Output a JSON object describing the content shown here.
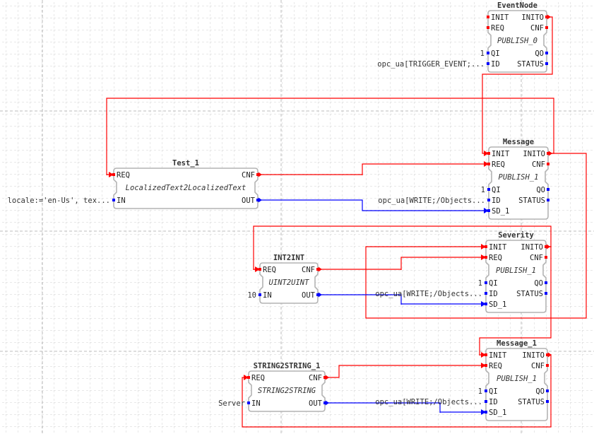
{
  "colors": {
    "event": "#ff0000",
    "data": "#0000ff",
    "block_border": "#b4b4b4",
    "grid": "#cccccc"
  },
  "blocks": [
    {
      "id": "EventNode",
      "name": "EventNode",
      "type": "PUBLISH_0",
      "event_in": [
        "INIT",
        "REQ"
      ],
      "event_out": [
        "INITO",
        "CNF"
      ],
      "data_in": [
        "QI",
        "ID"
      ],
      "data_out": [
        "QO",
        "STATUS"
      ],
      "params": {
        "QI": "1",
        "ID": "opc_ua[TRIGGER_EVENT;..."
      }
    },
    {
      "id": "Message",
      "name": "Message",
      "type": "PUBLISH_1",
      "event_in": [
        "INIT",
        "REQ"
      ],
      "event_out": [
        "INITO",
        "CNF"
      ],
      "data_in": [
        "QI",
        "ID",
        "SD_1"
      ],
      "data_out": [
        "QO",
        "STATUS"
      ],
      "params": {
        "QI": "1",
        "ID": "opc_ua[WRITE;/Objects..."
      }
    },
    {
      "id": "Test_1",
      "name": "Test_1",
      "type": "LocalizedText2LocalizedText",
      "event_in": [
        "REQ"
      ],
      "event_out": [
        "CNF"
      ],
      "data_in": [
        "IN"
      ],
      "data_out": [
        "OUT"
      ],
      "params": {
        "IN": "locale:='en-Us', tex..."
      }
    },
    {
      "id": "Severity",
      "name": "Severity",
      "type": "PUBLISH_1",
      "event_in": [
        "INIT",
        "REQ"
      ],
      "event_out": [
        "INITO",
        "CNF"
      ],
      "data_in": [
        "QI",
        "ID",
        "SD_1"
      ],
      "data_out": [
        "QO",
        "STATUS"
      ],
      "params": {
        "QI": "1",
        "ID": "opc_ua[WRITE;/Objects..."
      }
    },
    {
      "id": "INT2INT",
      "name": "INT2INT",
      "type": "UINT2UINT",
      "event_in": [
        "REQ"
      ],
      "event_out": [
        "CNF"
      ],
      "data_in": [
        "IN"
      ],
      "data_out": [
        "OUT"
      ],
      "params": {
        "IN": "10"
      }
    },
    {
      "id": "Message_1",
      "name": "Message_1",
      "type": "PUBLISH_1",
      "event_in": [
        "INIT",
        "REQ"
      ],
      "event_out": [
        "INITO",
        "CNF"
      ],
      "data_in": [
        "QI",
        "ID",
        "SD_1"
      ],
      "data_out": [
        "QO",
        "STATUS"
      ],
      "params": {
        "QI": "1",
        "ID": "opc_ua[WRITE;/Objects..."
      }
    },
    {
      "id": "STRING2STRING_1",
      "name": "STRING2STRING_1",
      "type": "STRING2STRING",
      "event_in": [
        "REQ"
      ],
      "event_out": [
        "CNF"
      ],
      "data_in": [
        "IN"
      ],
      "data_out": [
        "OUT"
      ],
      "params": {
        "IN": "Server"
      }
    }
  ],
  "connections": [
    {
      "kind": "event",
      "from": "EventNode.INITO",
      "to": "Message.INIT"
    },
    {
      "kind": "event",
      "from": "Message.INITO",
      "to": "Test_1.REQ"
    },
    {
      "kind": "event",
      "from": "Test_1.CNF",
      "to": "Message.REQ"
    },
    {
      "kind": "event",
      "from": "Message.INITO",
      "to": "Severity.INIT"
    },
    {
      "kind": "event",
      "from": "Severity.INITO",
      "to": "INT2INT.REQ"
    },
    {
      "kind": "event",
      "from": "INT2INT.CNF",
      "to": "Severity.REQ"
    },
    {
      "kind": "event",
      "from": "Severity.INITO",
      "to": "Message_1.INIT"
    },
    {
      "kind": "event",
      "from": "Message_1.INITO",
      "to": "STRING2STRING_1.REQ"
    },
    {
      "kind": "event",
      "from": "STRING2STRING_1.CNF",
      "to": "Message_1.REQ"
    },
    {
      "kind": "data",
      "from": "Test_1.OUT",
      "to": "Message.SD_1"
    },
    {
      "kind": "data",
      "from": "INT2INT.OUT",
      "to": "Severity.SD_1"
    },
    {
      "kind": "data",
      "from": "STRING2STRING_1.OUT",
      "to": "Message_1.SD_1"
    }
  ]
}
